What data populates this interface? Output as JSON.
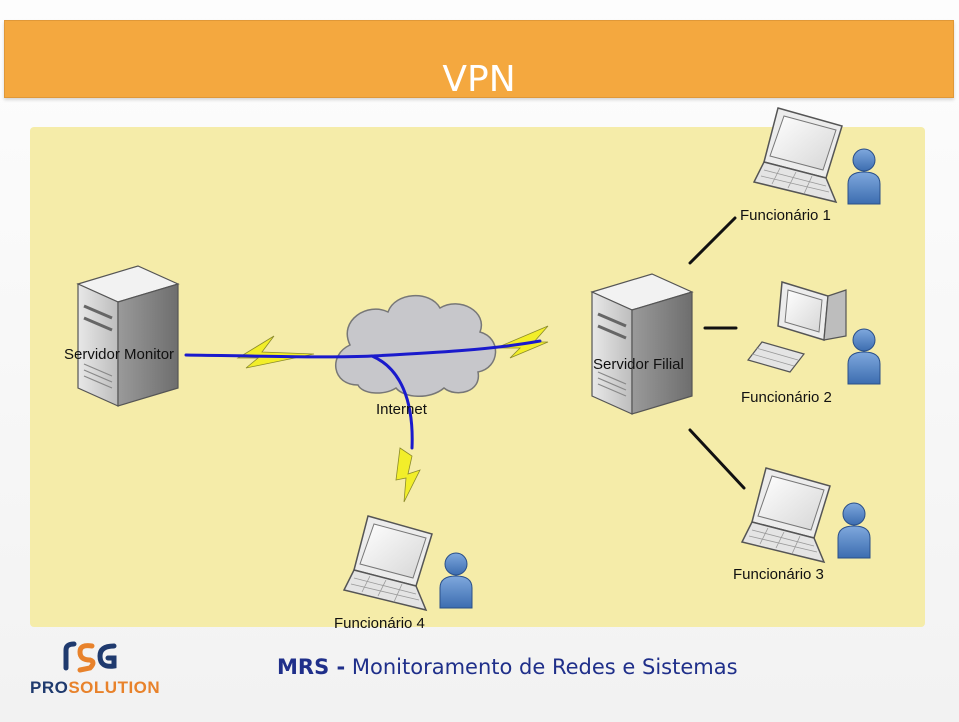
{
  "header": {
    "title": "VPN"
  },
  "diagram": {
    "nodes": {
      "servidor_monitor": "Servidor Monitor",
      "internet": "Internet",
      "servidor_filial": "Servidor Filial",
      "funcionario_1": "Funcionário 1",
      "funcionario_2": "Funcionário 2",
      "funcionario_3": "Funcionário 3",
      "funcionario_4": "Funcionário 4"
    }
  },
  "footer": {
    "logo_prefix": "PRO",
    "logo_suffix": "SOLUTION",
    "tagline_bold": "MRS -",
    "tagline": " Monitoramento de Redes e Sistemas"
  },
  "colors": {
    "title_bar": "#f4a83f",
    "stage": "#f5eca9",
    "vpn_line": "#1a1acc",
    "lightning": "#f2ee2a",
    "footer_text": "#1f2f8a",
    "logo_orange": "#e8822b",
    "logo_navy": "#1f3a6e"
  }
}
